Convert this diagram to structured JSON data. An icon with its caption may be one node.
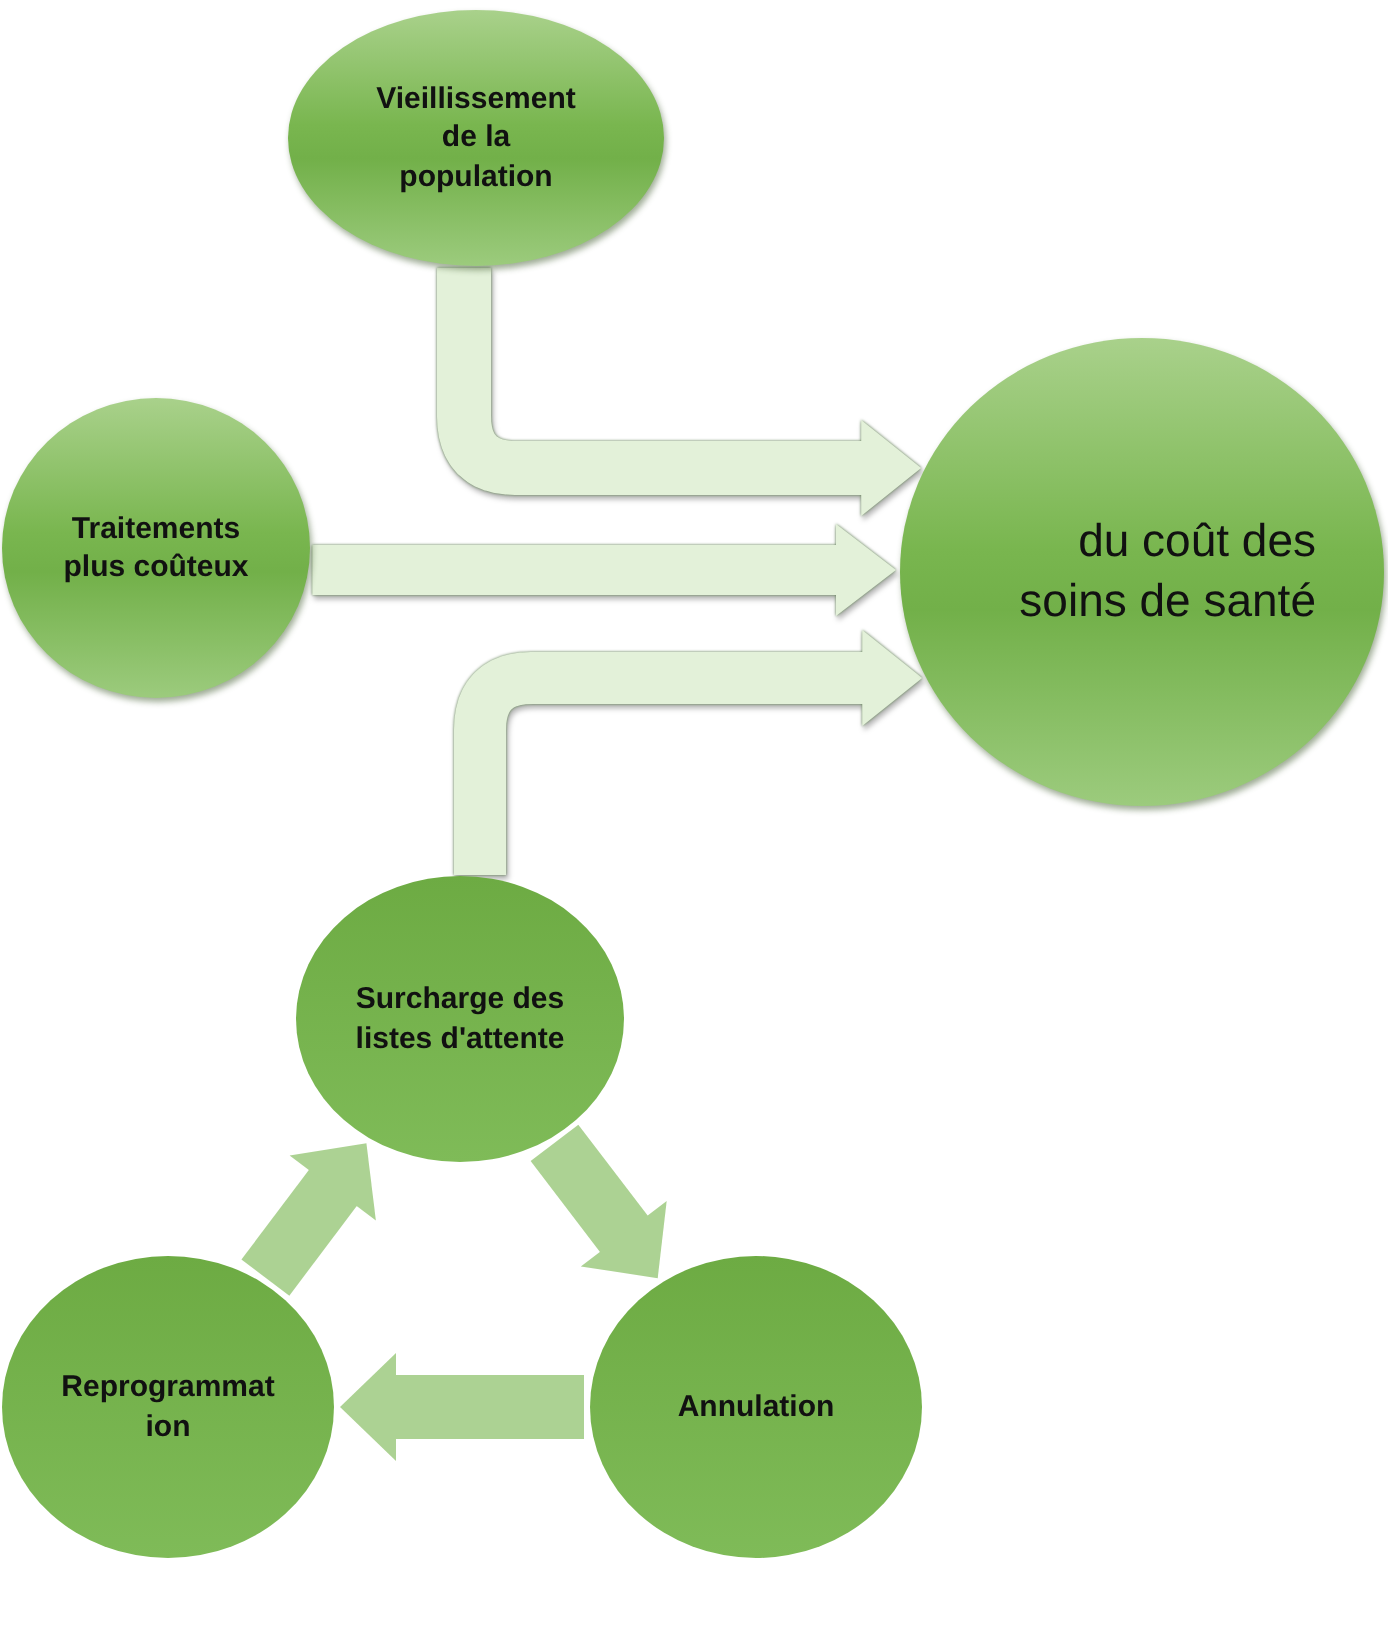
{
  "diagram": {
    "nodes": [
      {
        "text": [
          "Vieillissement de la population"
        ]
      },
      {
        "text": [
          "Traitements plus coûteux"
        ]
      },
      {
        "text": [
          "du coût des soins de santé"
        ]
      },
      {
        "text": [
          "Surcharge des listes d'attente"
        ]
      },
      {
        "text": [
          "Reprogrammat ion"
        ]
      },
      {
        "text": [
          "Annulation"
        ]
      }
    ],
    "edges": [
      {
        "from": 0,
        "to": 2,
        "arrow": "to"
      },
      {
        "from": 1,
        "to": 2,
        "arrow": "to"
      },
      {
        "from": 3,
        "to": 2,
        "arrow": "to"
      },
      {
        "from": 3,
        "to": 5,
        "arrow": "to",
        "color": "#a6cf8a"
      },
      {
        "from": 5,
        "to": 4,
        "arrow": "to",
        "color": "#a6cf8a"
      },
      {
        "from": 4,
        "to": 3,
        "arrow": "to",
        "color": "#a6cf8a"
      }
    ]
  }
}
